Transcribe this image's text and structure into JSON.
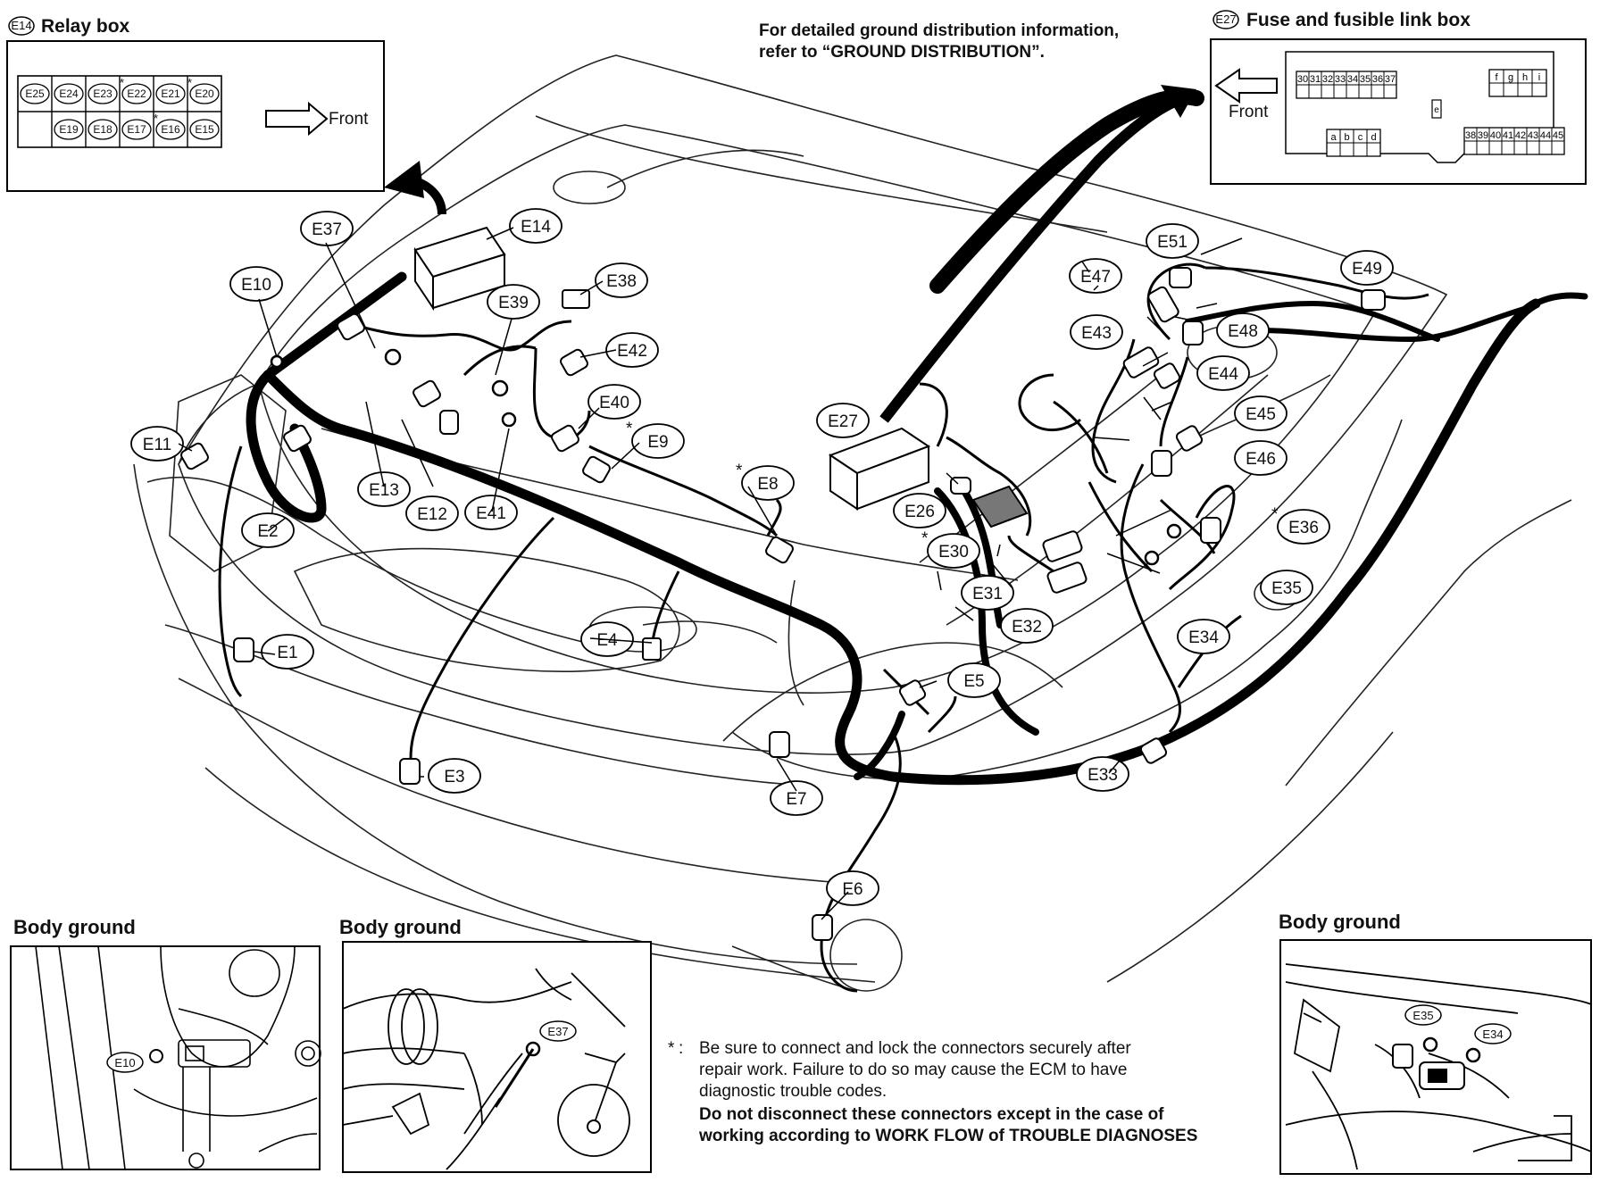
{
  "relay_box": {
    "ref": "E14",
    "title": "Relay box",
    "top_row": [
      "E25",
      "E24",
      "E23",
      "E22",
      "E21",
      "E20"
    ],
    "bottom_row": [
      "",
      "E19",
      "E18",
      "E17",
      "E16",
      "E15"
    ],
    "starred": [
      "E22",
      "E20",
      "E16"
    ],
    "front_label": "Front"
  },
  "fuse_box": {
    "ref": "E27",
    "title": "Fuse and fusible link box",
    "front_label": "Front",
    "block_top_left": [
      "30",
      "31",
      "32",
      "33",
      "34",
      "35",
      "36",
      "37"
    ],
    "block_top_right": [
      "f",
      "g",
      "h",
      "i"
    ],
    "block_bottom_left": [
      "a",
      "b",
      "c",
      "d"
    ],
    "block_bottom_right": [
      "38",
      "39",
      "40",
      "41",
      "42",
      "43",
      "44",
      "45"
    ],
    "single_slot": "e"
  },
  "ground_note": {
    "line1": "For detailed ground distribution information,",
    "line2": "refer to “GROUND DISTRIBUTION”."
  },
  "connectors": [
    "E1",
    "E2",
    "E3",
    "E4",
    "E5",
    "E6",
    "E7",
    "E8",
    "E9",
    "E10",
    "E11",
    "E12",
    "E13",
    "E14",
    "E26",
    "E27",
    "E30",
    "E31",
    "E32",
    "E33",
    "E34",
    "E35",
    "E36",
    "E37",
    "E38",
    "E39",
    "E40",
    "E41",
    "E42",
    "E43",
    "E44",
    "E45",
    "E46",
    "E47",
    "E48",
    "E49",
    "E51"
  ],
  "body_ground_panels": [
    {
      "title": "Body ground",
      "labels": [
        "E10"
      ]
    },
    {
      "title": "Body ground",
      "labels": [
        "E37"
      ]
    },
    {
      "title": "Body ground",
      "labels": [
        "E35",
        "E34"
      ]
    }
  ],
  "footnote": {
    "marker": "*",
    "lines": [
      "Be sure to connect and lock the connectors securely after",
      "repair work. Failure to do so may cause the ECM to have",
      "diagnostic trouble codes."
    ],
    "bold_lines": [
      "Do not disconnect these connectors except in the case of",
      "working according to WORK FLOW of TROUBLE DIAGNOSES"
    ]
  }
}
